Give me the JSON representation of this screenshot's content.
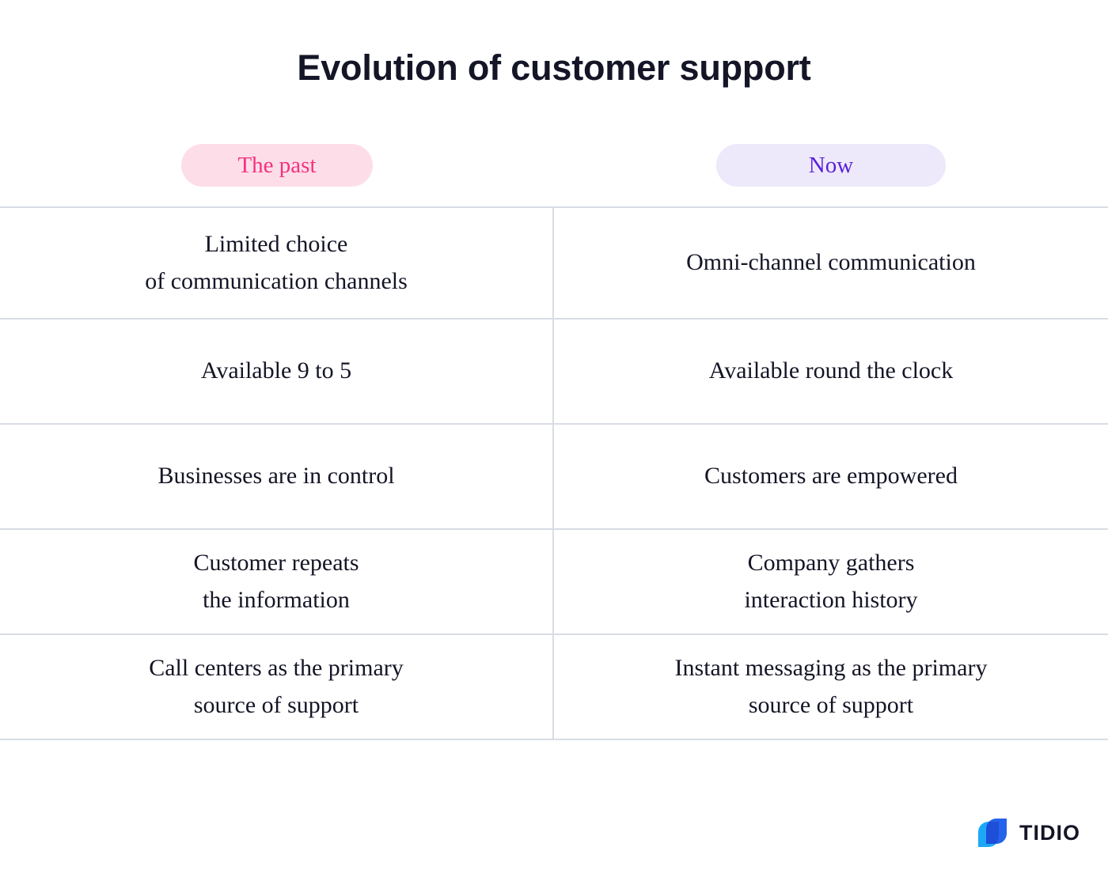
{
  "title": "Evolution of customer support",
  "columns": [
    {
      "label": "The past",
      "bg": "#FDDEE8",
      "text_color": "#F5317F"
    },
    {
      "label": "Now",
      "bg": "#EDE9FB",
      "text_color": "#5A1FD9"
    }
  ],
  "rows": [
    {
      "past": "Limited choice\nof communication channels",
      "now": "Omni-channel communication"
    },
    {
      "past": "Available 9 to 5",
      "now": "Available round the clock"
    },
    {
      "past": "Businesses are in control",
      "now": "Customers are empowered"
    },
    {
      "past": "Customer repeats\nthe information",
      "now": "Company gathers\ninteraction history"
    },
    {
      "past": "Call centers as the primary\nsource of support",
      "now": "Instant messaging as the primary\nsource of support"
    }
  ],
  "brand": {
    "name": "TIDIO",
    "mark_icon": "tidio-chat-bubbles-icon",
    "color_dark_blue": "#2563EB",
    "color_light_blue": "#1DA8F7",
    "wordmark_color": "#141526"
  },
  "theme": {
    "background": "#FFFFFF",
    "text_color": "#141526",
    "border_color": "#D8DCE6"
  }
}
